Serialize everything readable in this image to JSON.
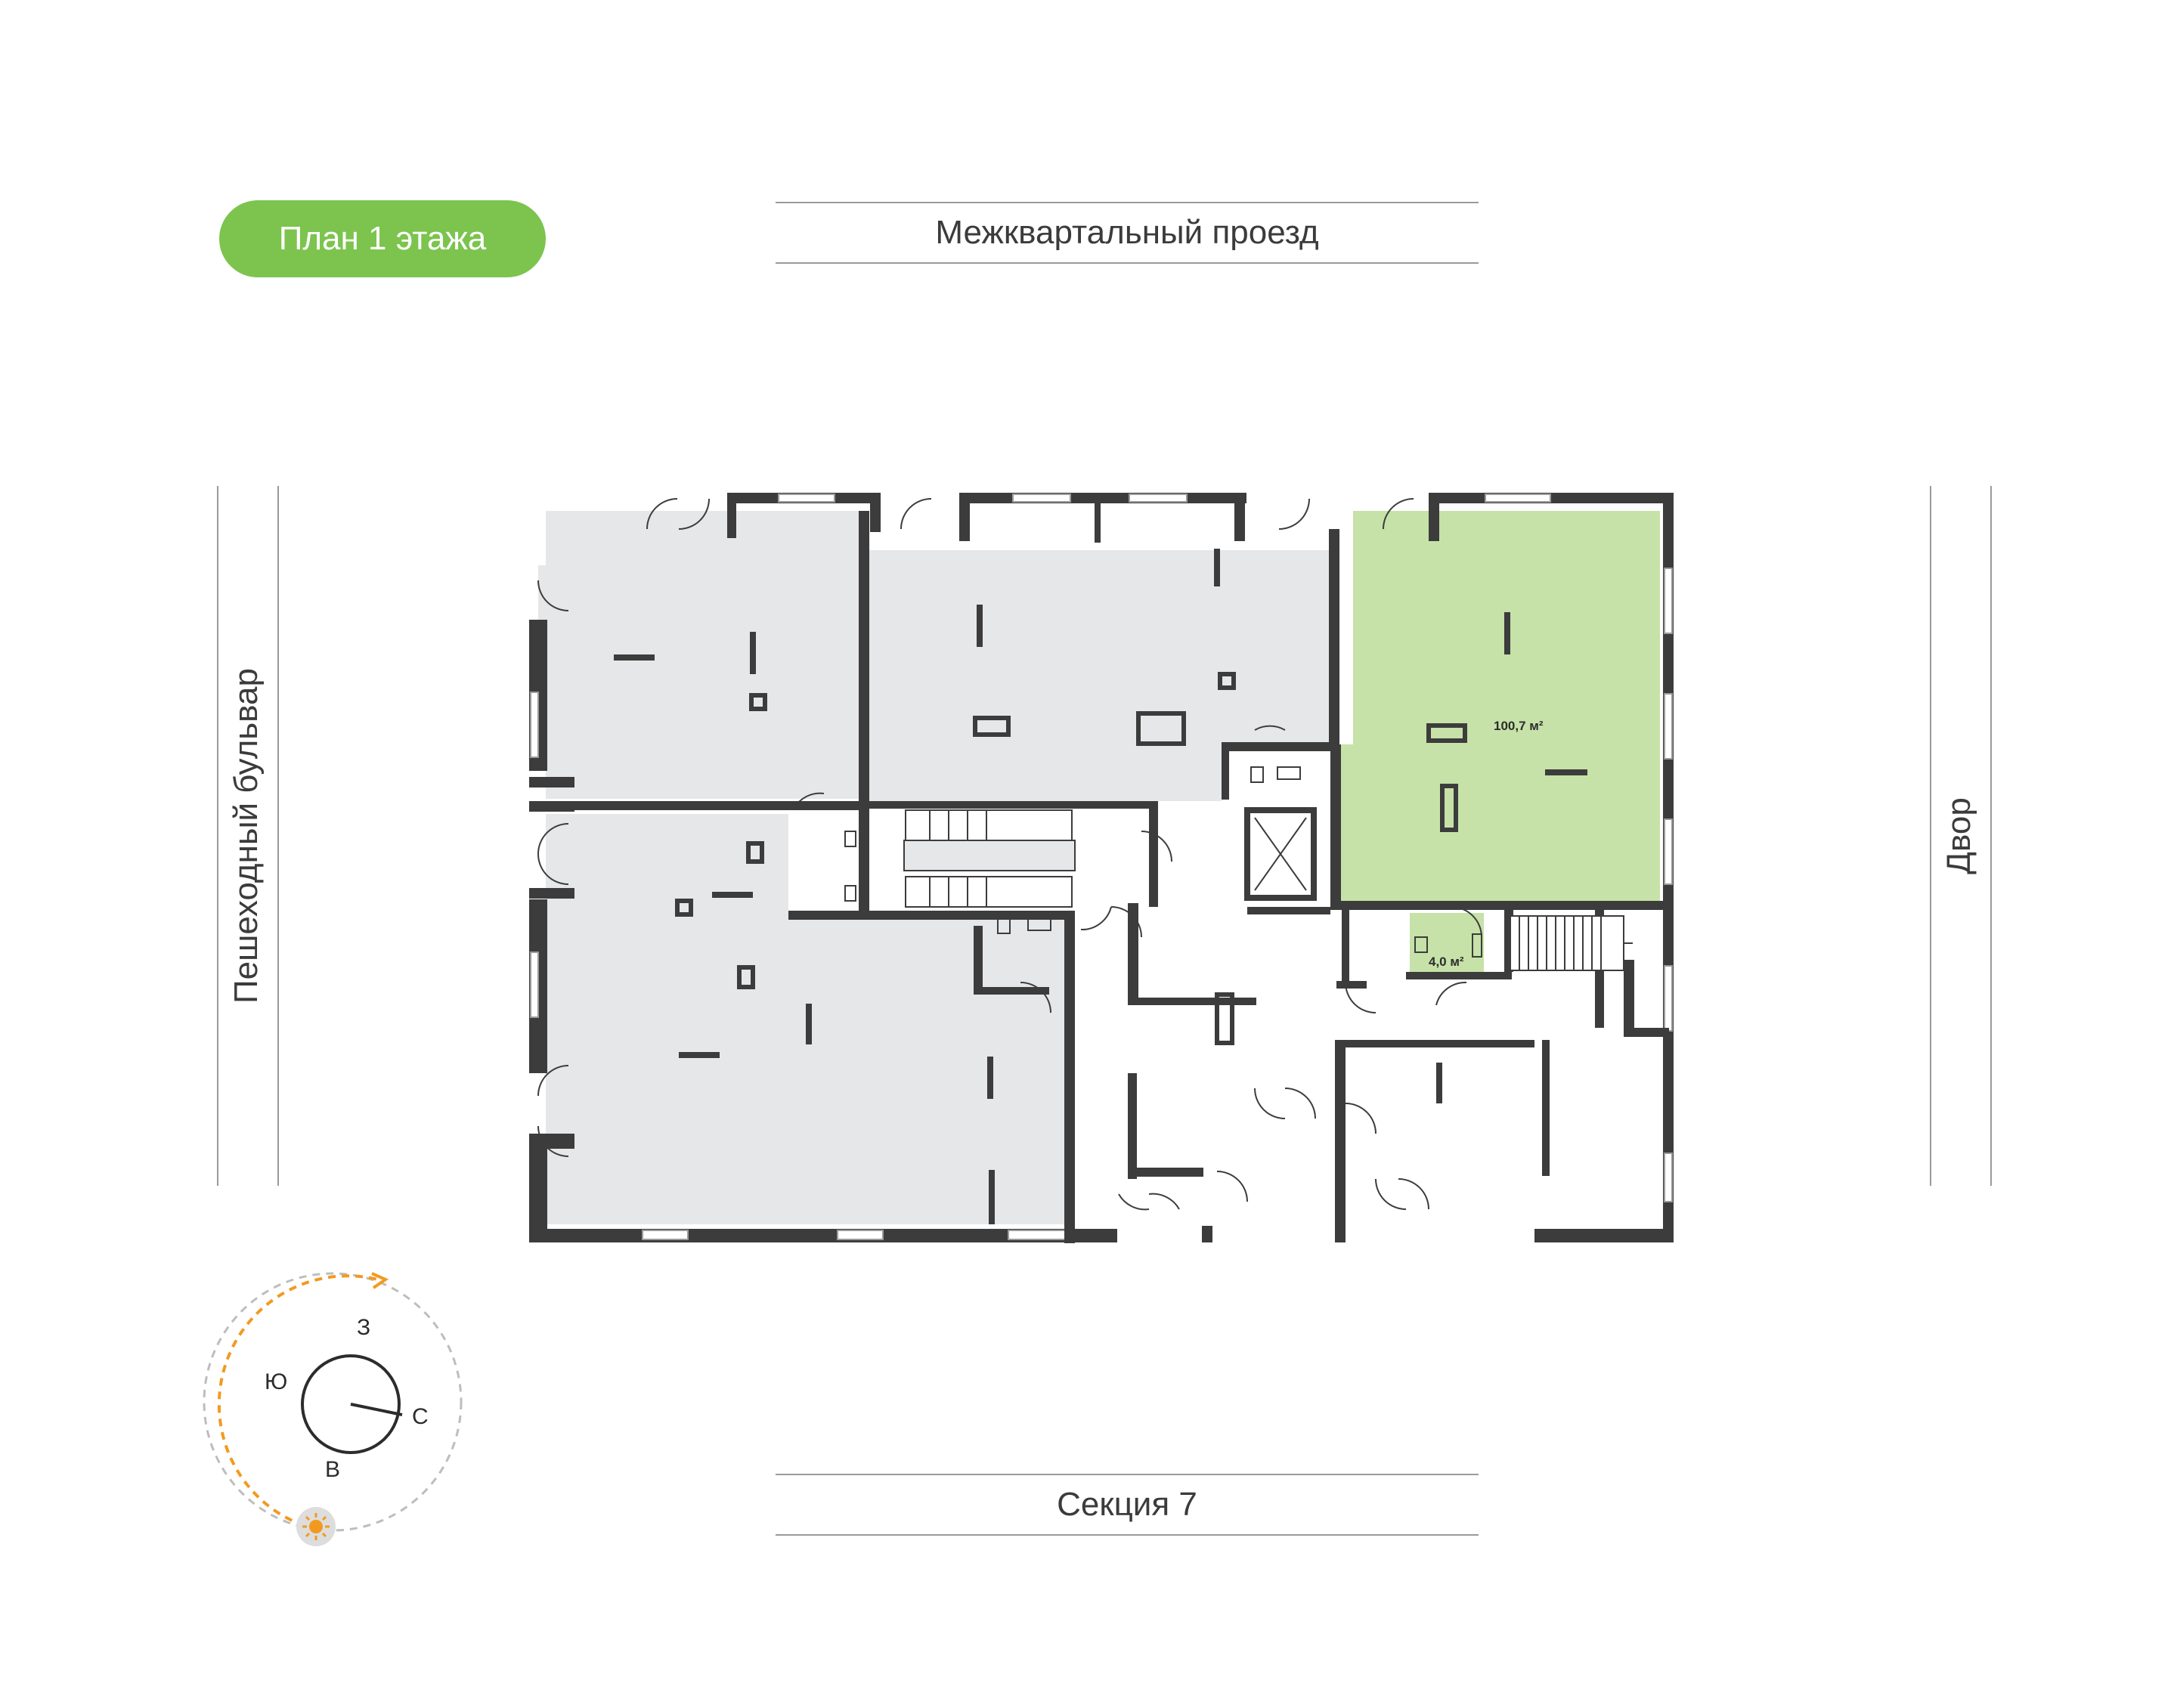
{
  "plan_title": "План 1 этажа",
  "streets": {
    "top": "Межквартальный проезд",
    "bottom": "Секция 7",
    "left": "Пешеходный бульвар",
    "right": "Двор"
  },
  "areas": {
    "main_unit": "100,7 м²",
    "bathroom": "4,0 м²"
  },
  "compass": {
    "north": "С",
    "south": "Ю",
    "west": "З",
    "east": "В"
  },
  "colors": {
    "accent": "#7cc44e",
    "highlight_fill": "#c6e2a8",
    "unit_fill": "#e6e7e9",
    "wall": "#3c3c3c",
    "sun": "#f29a1f"
  }
}
